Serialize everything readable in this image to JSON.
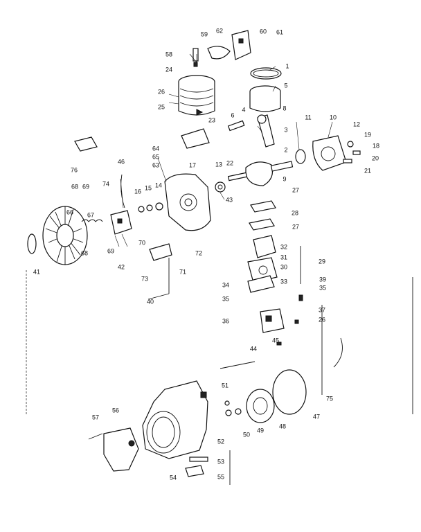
{
  "diagram": {
    "labels": [
      "59",
      "62",
      "60",
      "61",
      "58",
      "24",
      "26",
      "25",
      "1",
      "5",
      "4",
      "6",
      "8",
      "23",
      "3",
      "2",
      "11",
      "10",
      "12",
      "19",
      "18",
      "20",
      "21",
      "76",
      "64",
      "65",
      "63",
      "17",
      "46",
      "13",
      "22",
      "9",
      "27",
      "43",
      "68",
      "69",
      "74",
      "16",
      "15",
      "14",
      "28",
      "27",
      "66",
      "67",
      "68",
      "69",
      "42",
      "70",
      "72",
      "32",
      "31",
      "30",
      "29",
      "41",
      "73",
      "71",
      "40",
      "34",
      "33",
      "39",
      "35",
      "35",
      "37",
      "36",
      "26",
      "44",
      "45",
      "51",
      "75",
      "57",
      "56",
      "50",
      "49",
      "48",
      "47",
      "52",
      "53",
      "54",
      "55"
    ]
  }
}
